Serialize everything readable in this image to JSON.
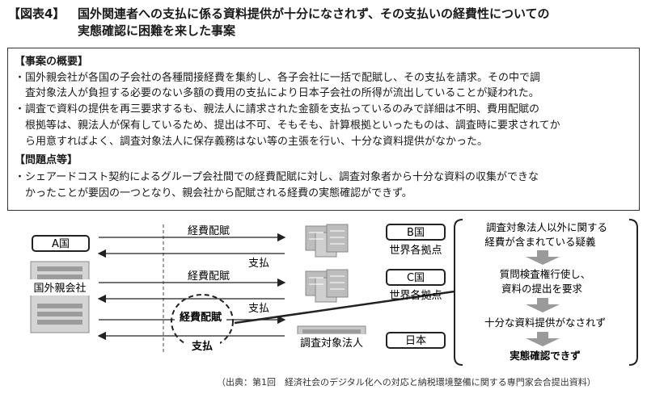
{
  "title": {
    "tag": "【図表4】",
    "line1": "国外関連者への支払に係る資料提供が十分になされず、その支払いの経費性についての",
    "line2": "実態確認に困難を来した事案"
  },
  "summary": {
    "overview_heading": "【事案の概要】",
    "overview_lines": [
      "・国外親会社が各国の子会社の各種間接経費を集約し、各子会社に一括で配賦し、その支払を請求。その中で調",
      "　査対象法人が負担する必要のない多額の費用の支払により日本子会社の所得が流出していることが疑われた。",
      "・調査で資料の提供を再三要求するも、親法人に請求された金額を支払っているのみで詳細は不明、費用配賦の",
      "　根拠等は、親法人が保有しているため、提出は不可、そもそも、計算根拠といったものは、調査時に要求されてか",
      "　ら用意すればよく、調査対象法人に保存義務はない等の主張を行い、十分な資料提供がなかった。"
    ],
    "issues_heading": "【問題点等】",
    "issues_lines": [
      "・シェアードコスト契約によるグループ会社間での経費配賦に対し、調査対象者から十分な資料の収集ができな",
      "　かったことが要因の一つとなり、親会社から配賦される経費の実態確認ができず。"
    ]
  },
  "diagram": {
    "country_a": "A国",
    "parent": "国外親会社",
    "country_b": "B国",
    "country_c": "C国",
    "country_jp": "日本",
    "world_b": "世界各拠点",
    "world_c": "世界各拠点",
    "target_corp": "調査対象法人",
    "allocation_b": "経費配賦",
    "payment_b": "支払",
    "allocation_c": "経費配賦",
    "payment_c": "支払",
    "allocation_jp": "経費配賦",
    "payment_jp": "支払",
    "flow": {
      "box_line1": "調査対象法人以外に関する",
      "box_line2": "経費が含まれている疑義",
      "step1_line1": "質問検査権行使し、",
      "step1_line2": "資料の提出を要求",
      "step2": "十分な資料提供がなされず",
      "result": "実態確認できず"
    }
  },
  "source": "（出典：第1回　経済社会のデジタル化への対応と納税環境整備に関する専門家会合提出資料）"
}
